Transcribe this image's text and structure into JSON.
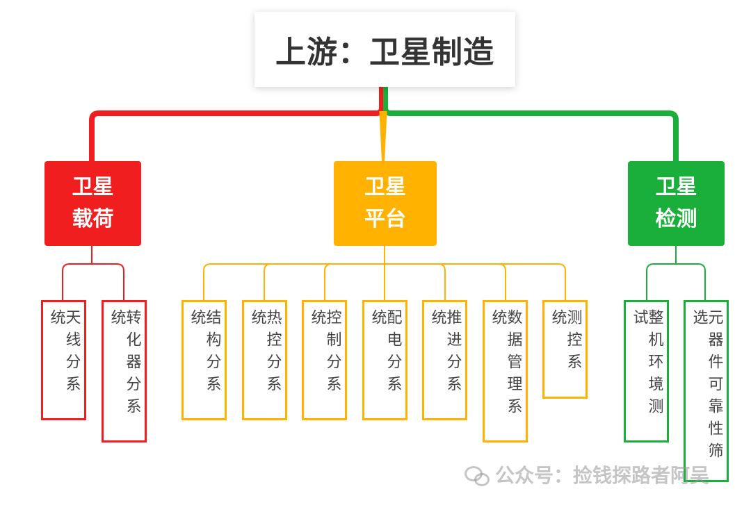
{
  "root": {
    "title": "上游：卫星制造"
  },
  "categories": [
    {
      "line1": "卫星",
      "line2": "载荷",
      "color": "#f01e1e",
      "leaves": [
        "天线分系统",
        "转化器分系统"
      ]
    },
    {
      "line1": "卫星",
      "line2": "平台",
      "color": "#ffb300",
      "leaves": [
        "结构分系统",
        "热控分系统",
        "控制分系统",
        "配电分系统",
        "推进分系统",
        "数据管理系统",
        "测控系统"
      ]
    },
    {
      "line1": "卫星",
      "line2": "检测",
      "color": "#1aaf3a",
      "leaves": [
        "整机环境测试",
        "元器件可靠性筛选"
      ]
    }
  ],
  "watermark": "公众号：捡钱探路者阿吴"
}
